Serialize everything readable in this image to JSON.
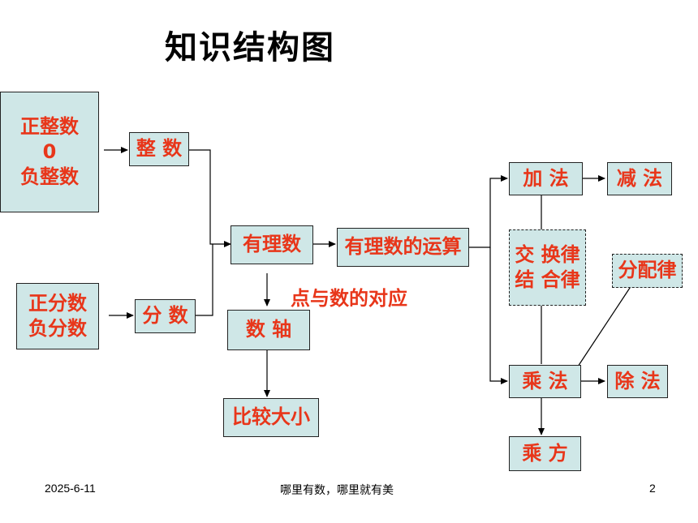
{
  "title": "知识结构图",
  "boxes": {
    "integer_types": [
      "正整数",
      "0",
      "负整数"
    ],
    "integer": "整 数",
    "fraction_types": [
      "正分数",
      "负分数"
    ],
    "fraction": "分 数",
    "rational": "有理数",
    "rational_ops": "有理数的运算",
    "number_line": "数 轴",
    "compare": "比较大小",
    "add": "加 法",
    "subtract": "减 法",
    "laws": [
      "交 换律",
      "结 合律"
    ],
    "distributive": "分配律",
    "multiply": "乘 法",
    "divide": "除 法",
    "power": "乘 方"
  },
  "labels": {
    "correspondence": "点与数的对应"
  },
  "footer": {
    "date": "2025-6-11",
    "motto": "哪里有数，哪里就有美",
    "page": "2"
  },
  "colors": {
    "box_fill": "#cfe7e7",
    "text_red": "#e8361a"
  }
}
